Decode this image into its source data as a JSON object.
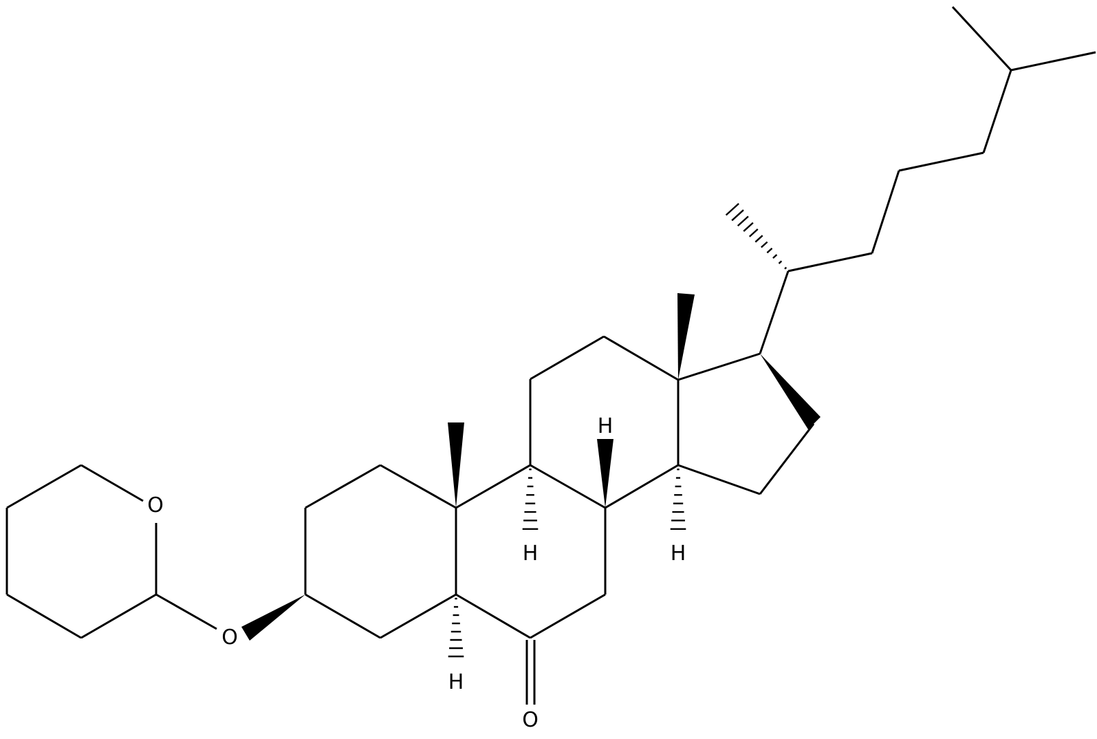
{
  "molecule": {
    "labels": {
      "o_ring": "O",
      "o_ether": "O",
      "o_ketone": "O",
      "h_c5": "H",
      "h_c9": "H",
      "h_c8": "H",
      "h_c14": "H"
    }
  }
}
